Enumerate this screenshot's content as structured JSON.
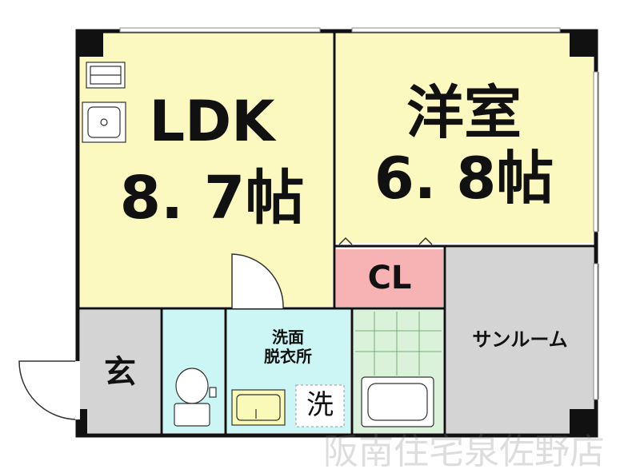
{
  "rooms": {
    "ldk": {
      "name": "LDK",
      "size": "8. 7帖"
    },
    "western": {
      "name": "洋室",
      "size": "6. 8帖"
    },
    "closet": {
      "name": "CL"
    },
    "sunroom": {
      "name": "サンルーム"
    },
    "entrance": {
      "name": "玄"
    },
    "washroom": {
      "name": "洗面\n脱衣所"
    },
    "washer": {
      "name": "洗"
    }
  },
  "watermark": "阪南住宅泉佐野店",
  "colors": {
    "yellow": "#fbf9c0",
    "pink": "#f7b3b3",
    "gray": "#d4d4d4",
    "cyan": "#ccf5f5",
    "green": "#d9f2d9",
    "wall": "#111111"
  }
}
